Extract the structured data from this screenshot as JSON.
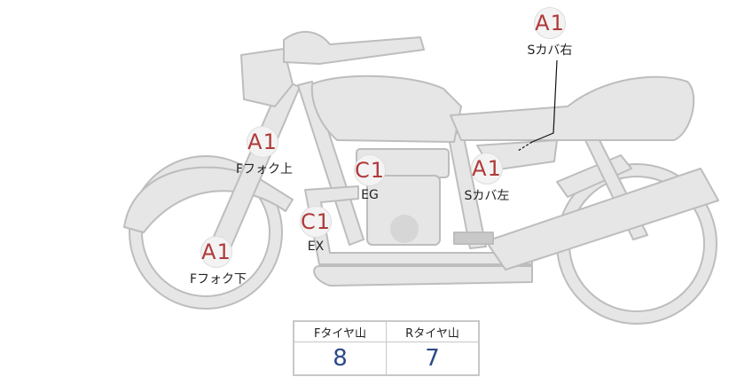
{
  "markers": [
    {
      "id": "fork-upper",
      "code": "A1",
      "label": "Fフォク上"
    },
    {
      "id": "fork-lower",
      "code": "A1",
      "label": "Fフォク下"
    },
    {
      "id": "engine",
      "code": "C1",
      "label": "EG"
    },
    {
      "id": "exhaust",
      "code": "C1",
      "label": "EX"
    },
    {
      "id": "side-cover-left",
      "code": "A1",
      "label": "Sカバ左"
    },
    {
      "id": "side-cover-right",
      "code": "A1",
      "label": "Sカバ右"
    }
  ],
  "tire_table": {
    "headers": [
      "Fタイヤ山",
      "Rタイヤ山"
    ],
    "values": [
      "8",
      "7"
    ]
  },
  "colors": {
    "marker_code": "#b03a3a",
    "table_value": "#2e4a8a",
    "bike_fill": "#e6e6e6",
    "bike_stroke": "#bdbdbd"
  }
}
